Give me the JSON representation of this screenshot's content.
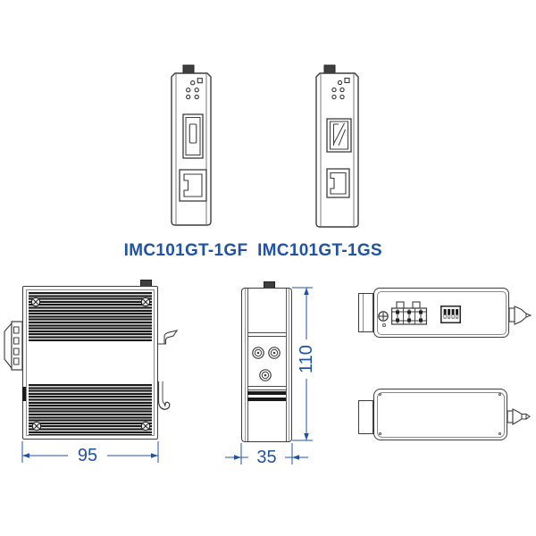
{
  "diagram": {
    "models": [
      {
        "name": "IMC101GT-1GF",
        "fiber_interface": "sc-fiber-port"
      },
      {
        "name": "IMC101GT-1GS",
        "fiber_interface": "sfp-port"
      }
    ],
    "dimensions": {
      "width": "95",
      "depth": "35",
      "height": "110"
    },
    "colors": {
      "accent": "#2153a4",
      "line": "#3c3c3c",
      "fin_dark": "#1a1a1a"
    },
    "icons": {
      "front_panels": [
        "led-indicators",
        "sc-fiber-port",
        "sfp-port",
        "rj45-port",
        "grounding-knob"
      ],
      "top_view": [
        "phillips-screw",
        "terminal-block",
        "dip-switch",
        "power-connector"
      ],
      "rear_view": [
        "heatsink-fins",
        "corner-screw",
        "din-rail-clip",
        "side-terminal-block"
      ]
    }
  }
}
